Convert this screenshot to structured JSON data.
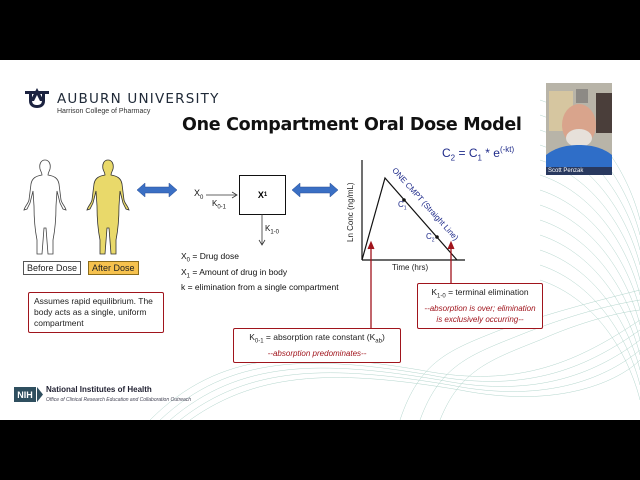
{
  "slide": {
    "university": {
      "name": "AUBURN UNIVERSITY",
      "college": "Harrison College of Pharmacy"
    },
    "title": "One Compartment Oral Dose Model",
    "figures": {
      "before_label": "Before Dose",
      "after_label": "After Dose"
    },
    "assumption_note": "Assumes rapid equilibrium. The body acts as a single, uniform compartment",
    "model": {
      "input_symbol": "X",
      "input_sub": "0",
      "absorption_symbol": "K",
      "absorption_sub": "0-1",
      "compartment_symbol": "X",
      "compartment_sub": "1",
      "elimination_symbol": "K",
      "elimination_sub": "1-0"
    },
    "definitions": [
      {
        "sym": "X",
        "sub": "0",
        "text": " = Drug dose"
      },
      {
        "sym": "X",
        "sub": "1",
        "text": " = Amount of drug in body"
      },
      {
        "sym": "k",
        "sub": "",
        "text": " = elimination from a single compartment"
      }
    ],
    "graph": {
      "y_label": "Ln Conc (ng/mL)",
      "x_label": "Time (hrs)",
      "line_label": "ONE CMPT (Straight Line)",
      "point1": "C",
      "point1_sub": "1",
      "point2": "C",
      "point2_sub": "2"
    },
    "equation": {
      "lhs": "C",
      "lhs_sub": "2",
      "eq": " = ",
      "rhs": "C",
      "rhs_sub": "1",
      "op": " * e",
      "exp": "(-kt)"
    },
    "k10_note": {
      "sym": "K",
      "sub": "1-0",
      "text": " = terminal elimination",
      "detail": "--absorption is over; elimination is exclusively occurring--"
    },
    "k01_note": {
      "sym": "K",
      "sub": "0-1",
      "text": " = absorption rate constant (K",
      "text_sub": "ab",
      "text_end": ")",
      "detail": "--absorption predominates--"
    },
    "nih": {
      "badge": "NIH",
      "name": "National Institutes of Health",
      "office": "Office of Clinical Research Education and Collaboration Outreach"
    }
  },
  "webcam": {
    "presenter_name": "Scott Penzak"
  },
  "colors": {
    "accent_red": "#a0141c",
    "arrow_blue": "#3a6fc4",
    "graph_blue": "#1f2b8a",
    "after_dose_fill": "#f6c24e",
    "wave_green": "#8fc1b5"
  }
}
